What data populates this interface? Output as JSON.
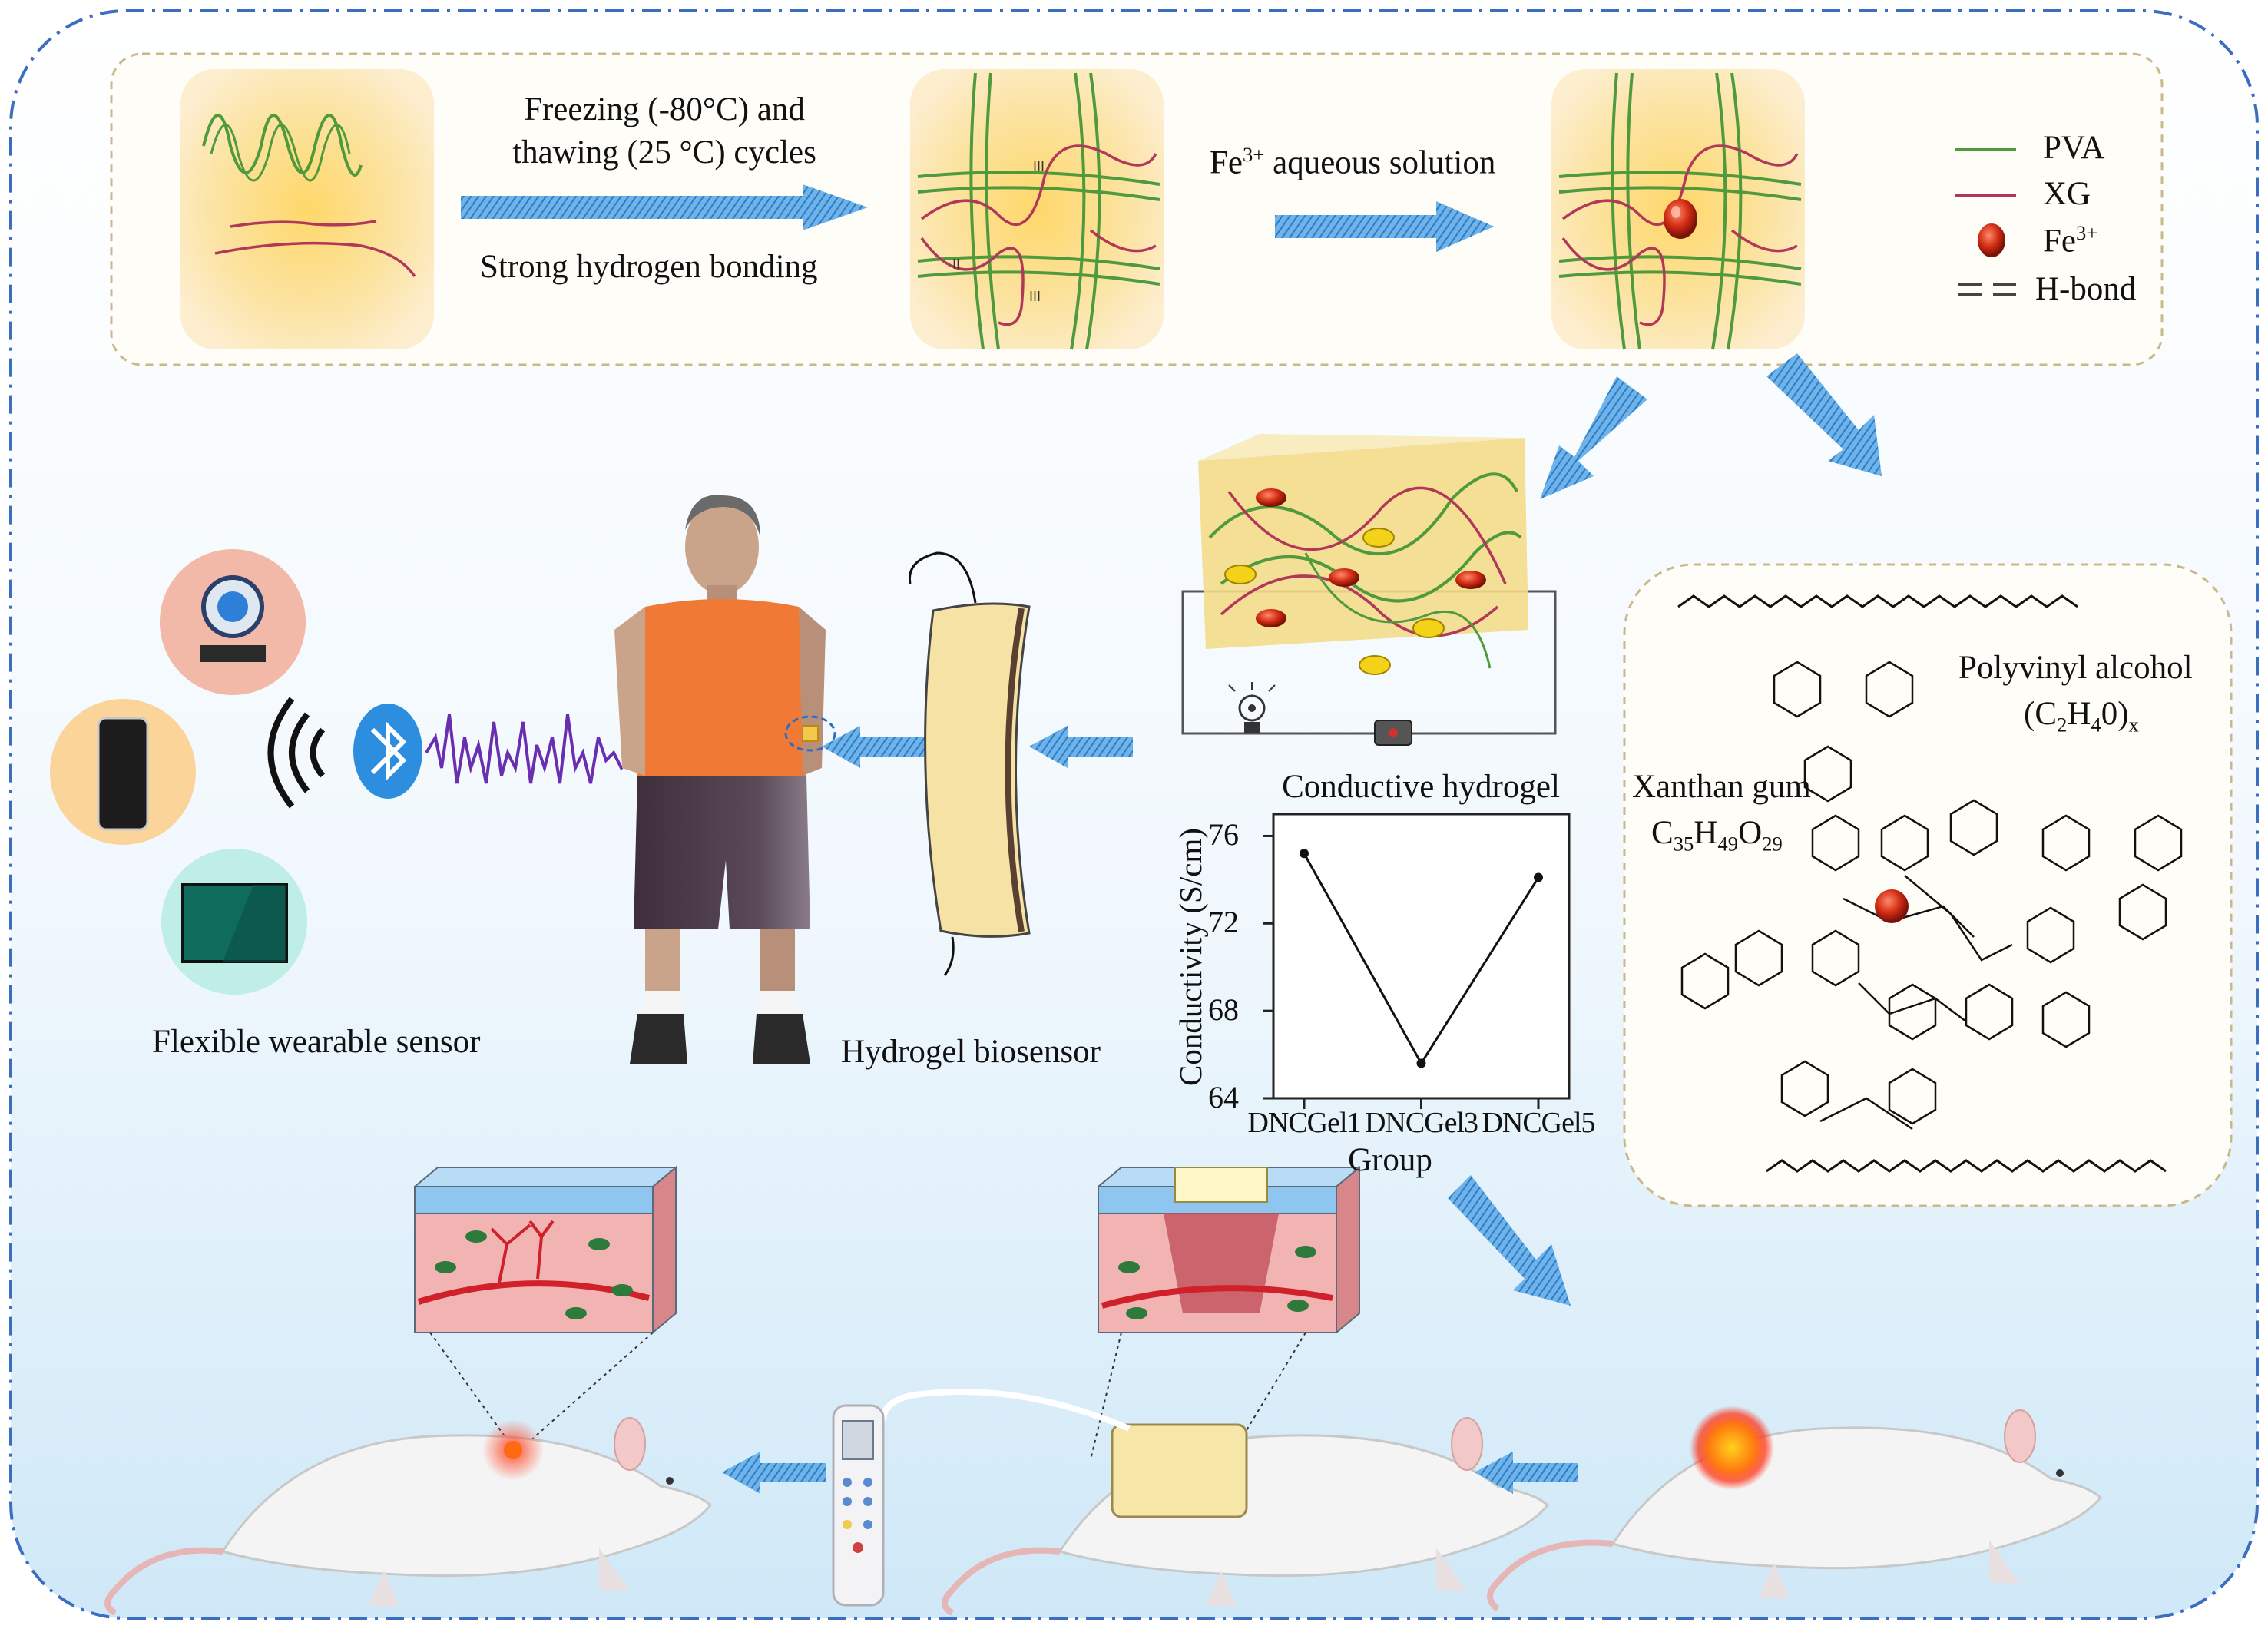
{
  "process": {
    "step1_line1": "Freezing (-80°C) and",
    "step1_line2": "thawing (25 °C) cycles",
    "step1_note": "Strong hydrogen bonding",
    "step2_prefix": "Fe",
    "step2_sup": "3+",
    "step2_suffix": " aqueous solution"
  },
  "legend": {
    "pva": "PVA",
    "xg": "XG",
    "fe_base": "Fe",
    "fe_sup": "3+",
    "hbond": "H-bond"
  },
  "structure": {
    "pva_name": "Polyvinyl alcohol",
    "pva_formula": [
      "(C",
      "2",
      "H",
      "4",
      "0)",
      "x"
    ],
    "xg_name": "Xanthan gum",
    "xg_formula": [
      "C",
      "35",
      "H",
      "49",
      "O",
      "29"
    ]
  },
  "labels": {
    "wearable": "Flexible wearable sensor",
    "biosensor": "Hydrogel biosensor"
  },
  "chart_data": {
    "type": "line",
    "title": "Conductive hydrogel",
    "categories": [
      "DNCGel1",
      "DNCGel3",
      "DNCGel5"
    ],
    "values": [
      75.2,
      65.6,
      74.1
    ],
    "xlabel": "Group",
    "ylabel": "Conductivity (S/cm)",
    "ylim": [
      64,
      77
    ],
    "yticks": [
      64,
      68,
      72,
      76
    ],
    "grid": false
  },
  "colors": {
    "pva": "#4f9a3c",
    "xg": "#b2385a",
    "arrow": "#3a8fd6",
    "gel": "#f7e6a0",
    "border": "#3b6dc0"
  }
}
